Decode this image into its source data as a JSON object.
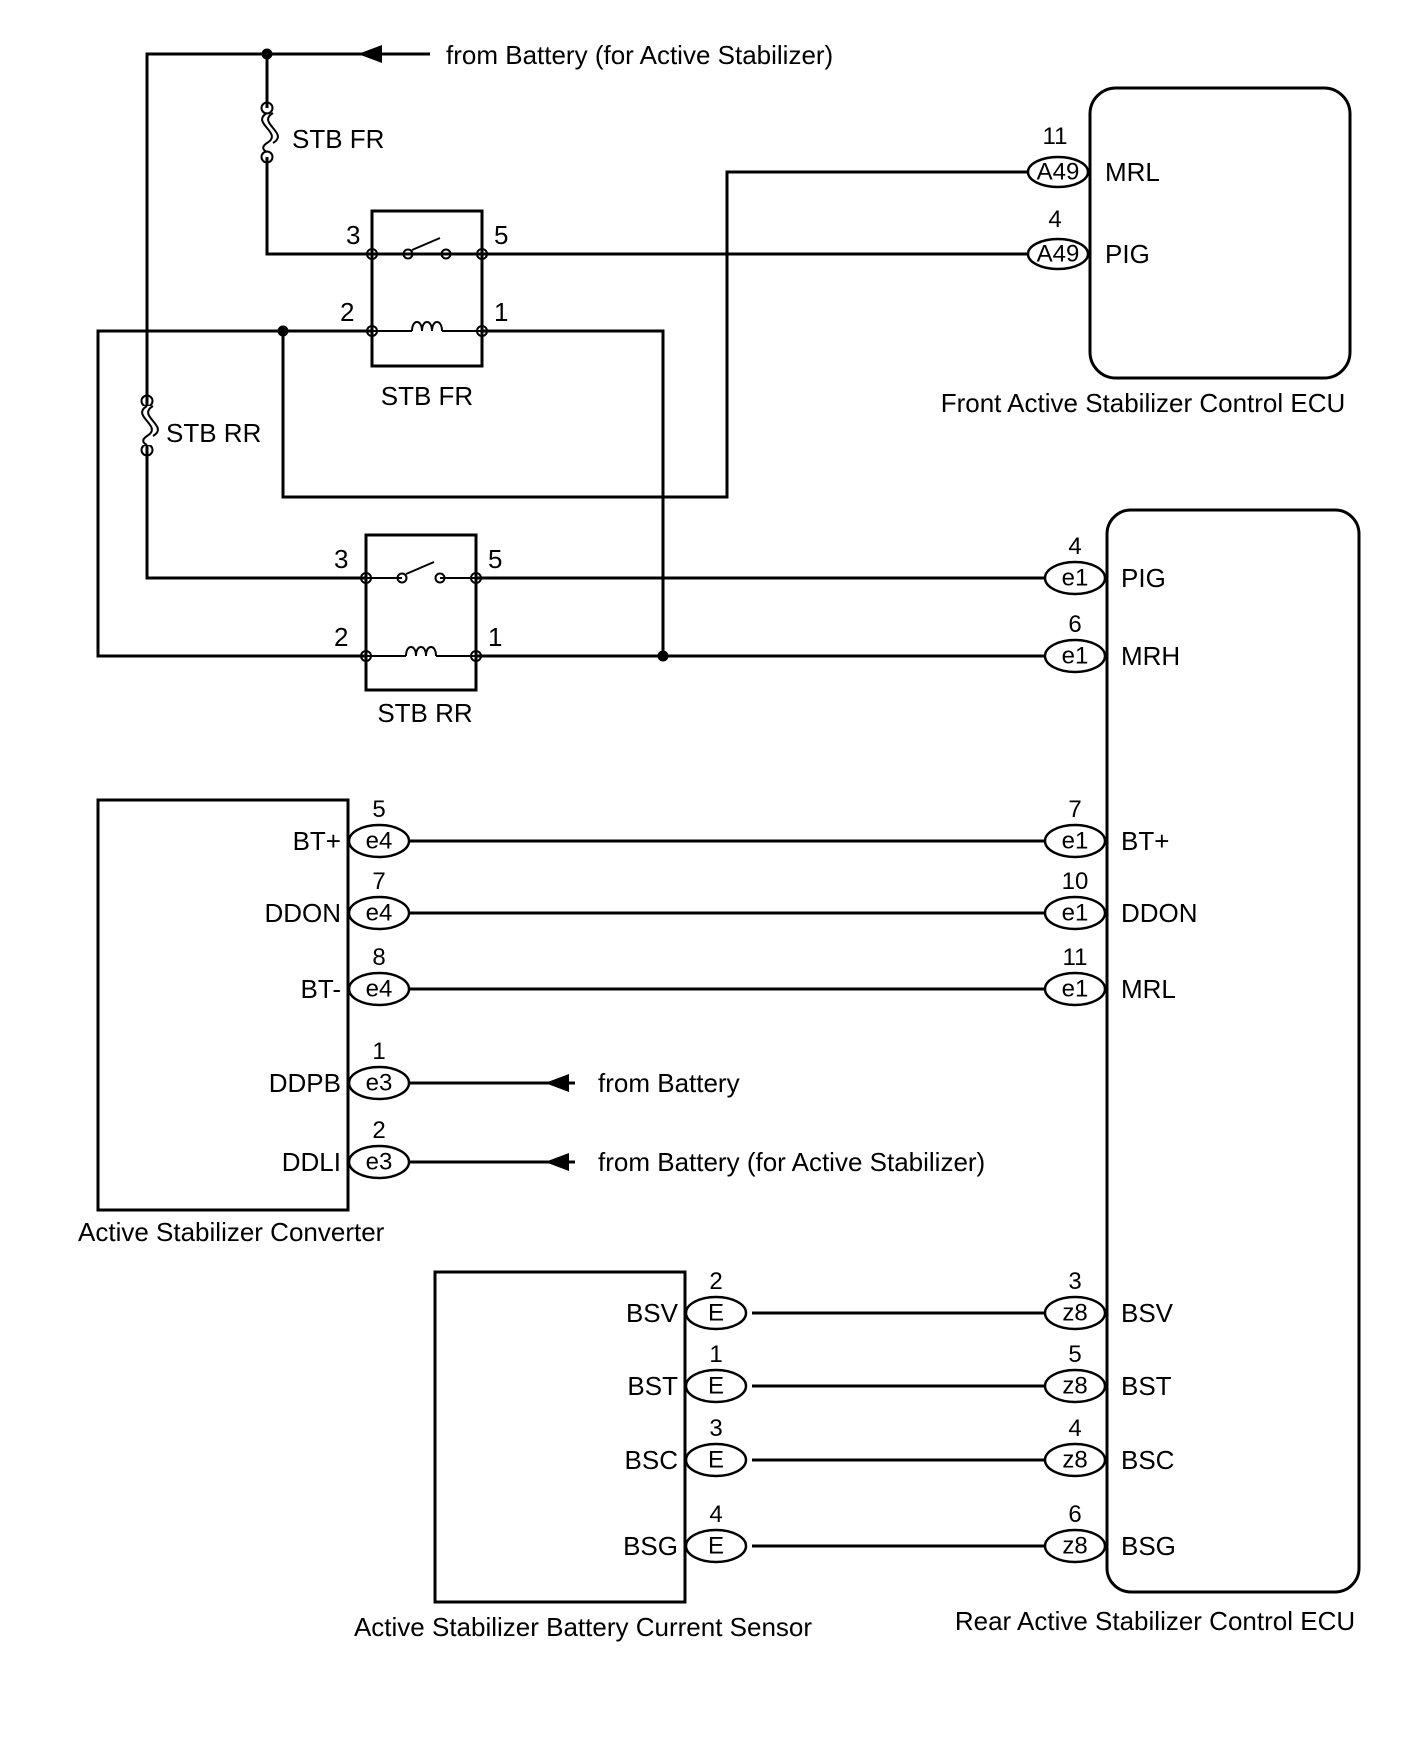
{
  "battery_feed_top": "from Battery (for Active Stabilizer)",
  "fuses": {
    "fr": "STB FR",
    "rr": "STB RR"
  },
  "relays": {
    "fr": {
      "label": "STB FR",
      "pins": {
        "p3": "3",
        "p5": "5",
        "p2": "2",
        "p1": "1"
      }
    },
    "rr": {
      "label": "STB RR",
      "pins": {
        "p3": "3",
        "p5": "5",
        "p2": "2",
        "p1": "1"
      }
    }
  },
  "front_ecu": {
    "label": "Front Active Stabilizer Control ECU",
    "terminals": [
      {
        "num": "11",
        "conn": "A49",
        "name": "MRL"
      },
      {
        "num": "4",
        "conn": "A49",
        "name": "PIG"
      }
    ]
  },
  "rear_ecu": {
    "label": "Rear Active Stabilizer Control ECU",
    "terminals": [
      {
        "num": "4",
        "conn": "e1",
        "name": "PIG"
      },
      {
        "num": "6",
        "conn": "e1",
        "name": "MRH"
      },
      {
        "num": "7",
        "conn": "e1",
        "name": "BT+"
      },
      {
        "num": "10",
        "conn": "e1",
        "name": "DDON"
      },
      {
        "num": "11",
        "conn": "e1",
        "name": "MRL"
      },
      {
        "num": "3",
        "conn": "z8",
        "name": "BSV"
      },
      {
        "num": "5",
        "conn": "z8",
        "name": "BST"
      },
      {
        "num": "4",
        "conn": "z8",
        "name": "BSC"
      },
      {
        "num": "6",
        "conn": "z8",
        "name": "BSG"
      }
    ]
  },
  "converter": {
    "label": "Active Stabilizer Converter",
    "terminals": [
      {
        "num": "5",
        "conn": "e4",
        "name": "BT+"
      },
      {
        "num": "7",
        "conn": "e4",
        "name": "DDON"
      },
      {
        "num": "8",
        "conn": "e4",
        "name": "BT-"
      },
      {
        "num": "1",
        "conn": "e3",
        "name": "DDPB",
        "feed": "from Battery"
      },
      {
        "num": "2",
        "conn": "e3",
        "name": "DDLI",
        "feed": "from Battery (for Active Stabilizer)"
      }
    ]
  },
  "sensor": {
    "label": "Active Stabilizer Battery Current Sensor",
    "terminals": [
      {
        "num": "2",
        "conn": "E",
        "name": "BSV"
      },
      {
        "num": "1",
        "conn": "E",
        "name": "BST"
      },
      {
        "num": "3",
        "conn": "E",
        "name": "BSC"
      },
      {
        "num": "4",
        "conn": "E",
        "name": "BSG"
      }
    ]
  }
}
